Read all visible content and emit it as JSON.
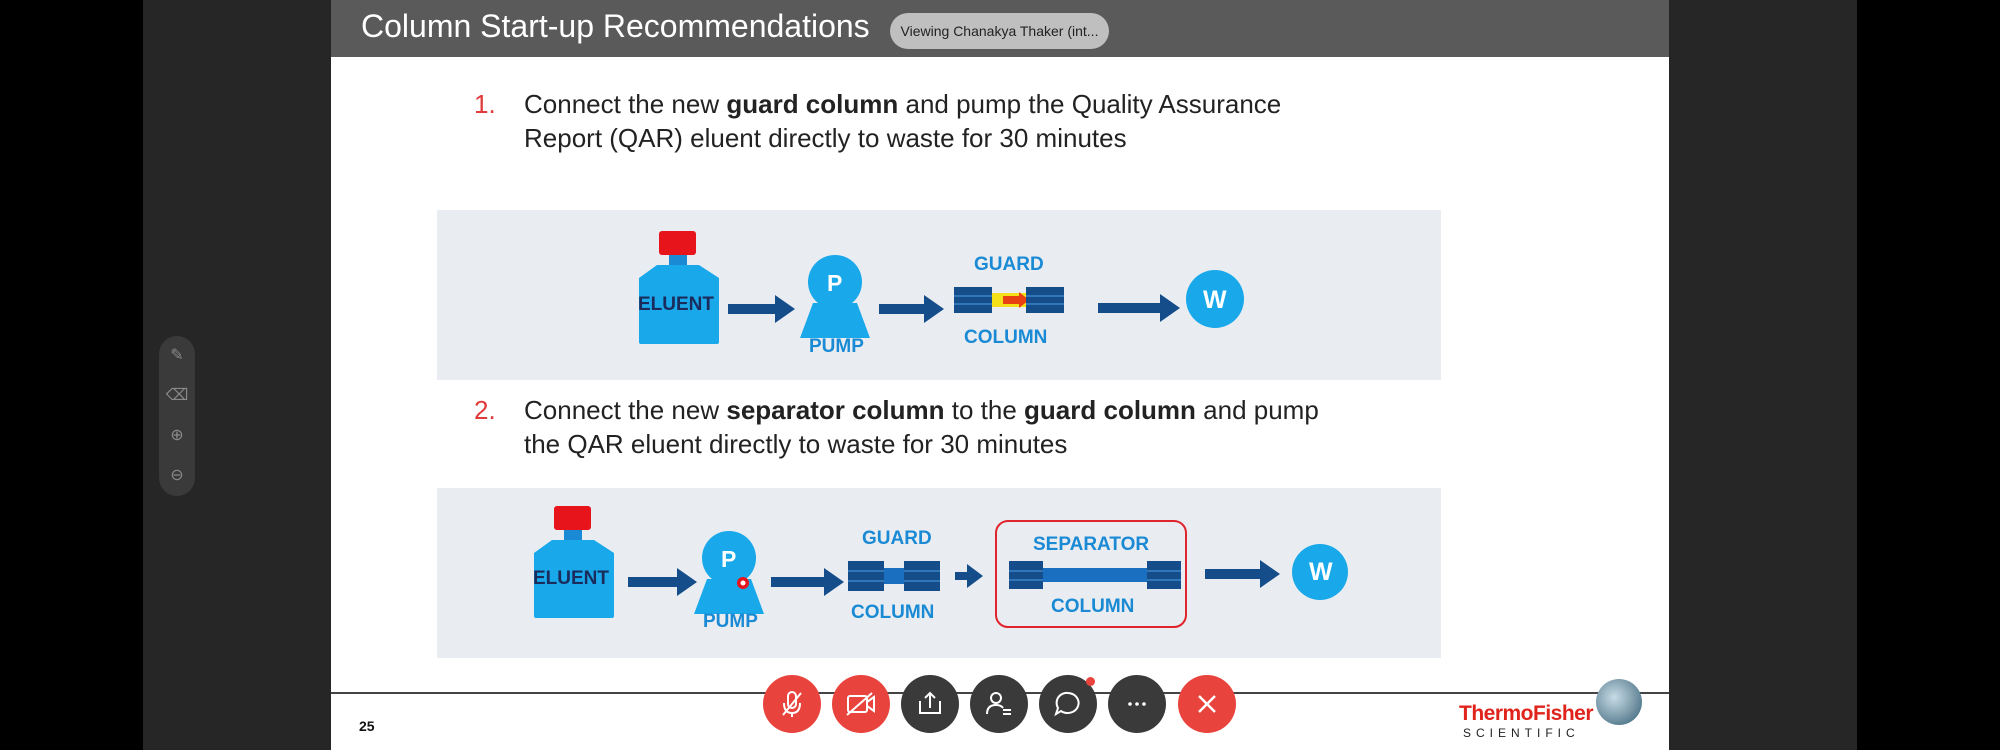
{
  "slide": {
    "title": "Column Start-up Recommendations",
    "viewing_banner": "Viewing Chanakya Thaker (int...",
    "page_number": "25",
    "steps": [
      {
        "number": "1.",
        "line1_a": "Connect the new ",
        "line1_b": "guard column",
        "line1_c": " and pump the Quality Assurance",
        "line2": "Report (QAR) eluent directly to waste for 30 minutes"
      },
      {
        "number": "2.",
        "line1_a": "Connect the new ",
        "line1_b": "separator column",
        "line1_c": " to the ",
        "line1_d": "guard column",
        "line1_e": " and pump",
        "line2": "the QAR eluent directly to waste for 30 minutes"
      }
    ],
    "diagram1": {
      "eluent": "ELUENT",
      "pump_symbol": "P",
      "pump": "PUMP",
      "guard": "GUARD",
      "column": "COLUMN",
      "waste": "W"
    },
    "diagram2": {
      "eluent": "ELUENT",
      "pump_symbol": "P",
      "pump": "PUMP",
      "guard": "GUARD",
      "guard_column": "COLUMN",
      "separator": "SEPARATOR",
      "separator_column": "COLUMN",
      "waste": "W"
    },
    "logo": {
      "top": "ThermoFisher",
      "bottom": "SCIENTIFIC"
    }
  },
  "side_toolbar": [
    "pen-icon",
    "eraser-icon",
    "zoom-in-icon",
    "zoom-out-icon"
  ],
  "meeting_controls": [
    "mute-mic-button",
    "stop-video-button",
    "share-button",
    "participants-button",
    "chat-button",
    "more-button",
    "leave-button"
  ],
  "colors": {
    "accent_red": "#e9433e",
    "diagram_blue": "#1a8ad4",
    "header_gray": "#5a5a5a"
  }
}
